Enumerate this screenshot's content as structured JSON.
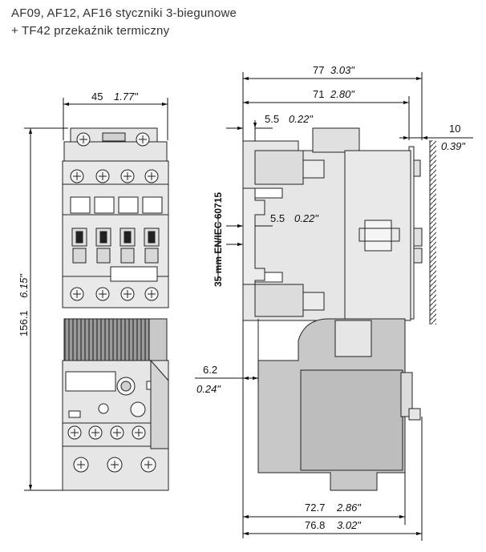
{
  "title": {
    "line1": "AF09, AF12, AF16 styczniki 3-biegunowe",
    "line2": "+ TF42 przekaźnik termiczny"
  },
  "front_view": {
    "width_mm": "45",
    "width_in": "1.77\"",
    "height_mm": "156.1",
    "height_in": "6.15\""
  },
  "side_view": {
    "total_depth_mm": "77",
    "total_depth_in": "3.03\"",
    "depth_mm": "71",
    "depth_in": "2.80\"",
    "offset_top_mm": "5.5",
    "offset_top_in": "0.22\"",
    "offset_mid_mm": "5.5",
    "offset_mid_in": "0.22\"",
    "rail_mm": "10",
    "rail_in": "0.39\"",
    "relay_offset_mm": "6.2",
    "relay_offset_in": "0.24\"",
    "relay_depth_mm": "72.7",
    "relay_depth_in": "2.86\"",
    "bottom_depth_mm": "76.8",
    "bottom_depth_in": "3.02\"",
    "din_rail_label": "35 mm EN/IEC 60715"
  },
  "colors": {
    "body_light": "#e6e6e6",
    "body_mid": "#c8c8c8",
    "body_dark": "#9a9a9a",
    "line": "#222222"
  }
}
